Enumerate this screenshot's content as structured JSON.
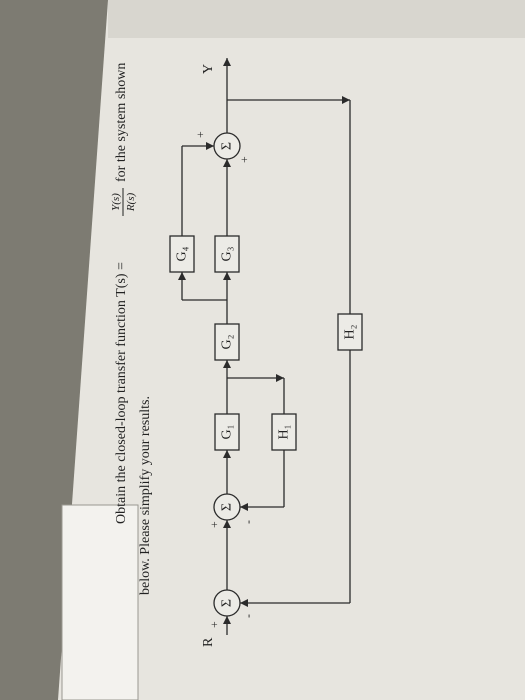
{
  "problem": {
    "line1_prefix": "Obtain the closed-loop transfer function T(s) =",
    "frac_num": "Y(s)",
    "frac_den": "R(s)",
    "line1_suffix": "for the system shown",
    "line2": "below. Please simplify your results."
  },
  "diagram": {
    "input_label": "R",
    "output_label": "Y",
    "sum_symbol": "Σ",
    "blocks": {
      "g1": "G₁",
      "g2": "G₂",
      "g3": "G₃",
      "g4": "G₄",
      "h1": "H₁",
      "h2": "H₂"
    },
    "signs": {
      "s1_top": "+",
      "s1_left": "-",
      "s2_top": "+",
      "s2_left": "-",
      "s3_top": "+",
      "s3_left": "+"
    }
  }
}
